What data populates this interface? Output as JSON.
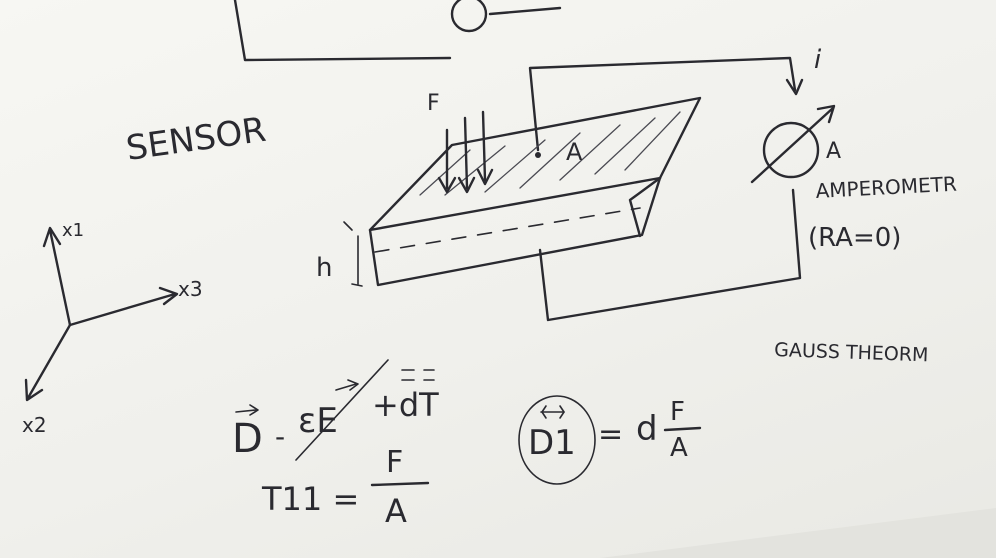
{
  "whiteboard": {
    "title": "SENSOR",
    "force_label": "F",
    "area_label": "A",
    "thickness_label": "h",
    "current_label": "i",
    "ammeter_symbol": "A",
    "ammeter_name": "AMPEROMETR",
    "ammeter_resistance": "(RA=0)",
    "theorem": "GAUSS THEORM",
    "axes": {
      "x1": "x1",
      "x2": "x2",
      "x3": "x3"
    },
    "equations": {
      "constitutive_D": "D",
      "constitutive_dash": "-",
      "constitutive_eps": "εE",
      "constitutive_plus": "+dT",
      "stress_lhs": "T11 =",
      "stress_num": "F",
      "stress_den": "A",
      "d1_lhs": "D1",
      "d1_eq": "=",
      "d1_coef": "d",
      "d1_num": "F",
      "d1_den": "A"
    }
  }
}
